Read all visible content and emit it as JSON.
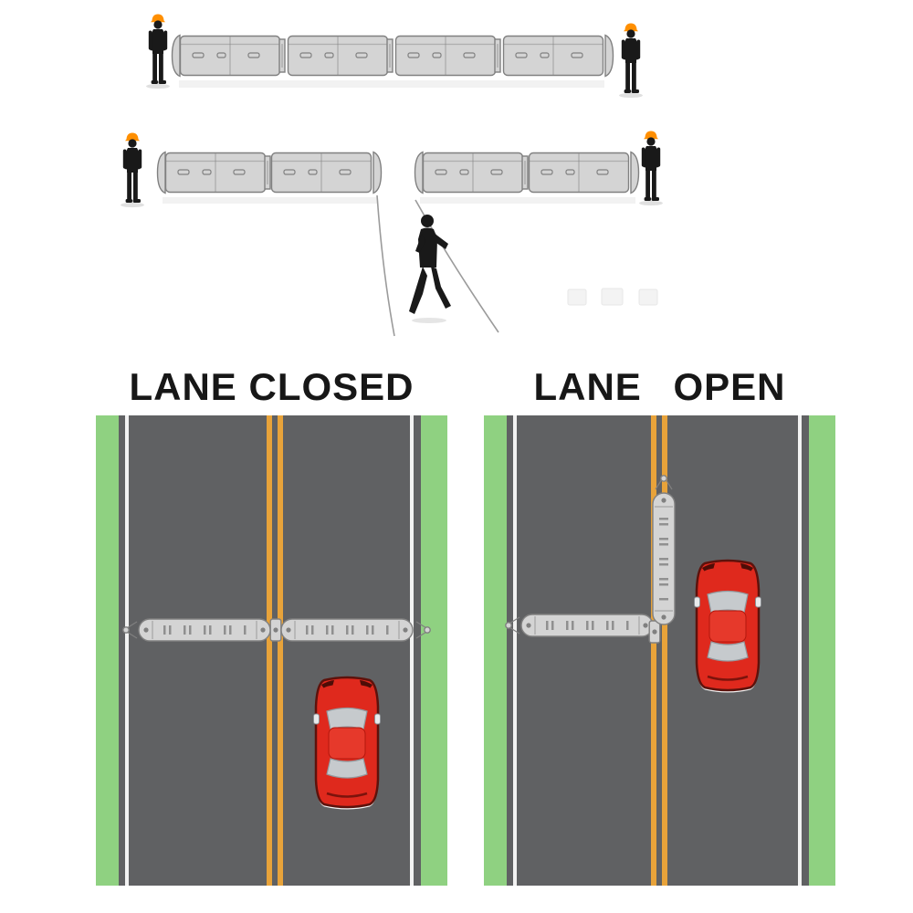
{
  "figure": {
    "panels": [
      {
        "id": "lane-closed",
        "title": "LANE CLOSED"
      },
      {
        "id": "lane-open",
        "title": "LANE OPEN"
      }
    ]
  },
  "colors": {
    "background": "#ffffff",
    "shoulder_green": "#8fd181",
    "road_gray": "#606163",
    "line_white": "#f2f2f2",
    "line_yellow": "#e8a33a",
    "barrier_fill": "#d4d4d4",
    "barrier_outline": "#808080",
    "car_red": "#df291d",
    "worker_black": "#191919",
    "hardhat_orange": "#ff8f00"
  }
}
